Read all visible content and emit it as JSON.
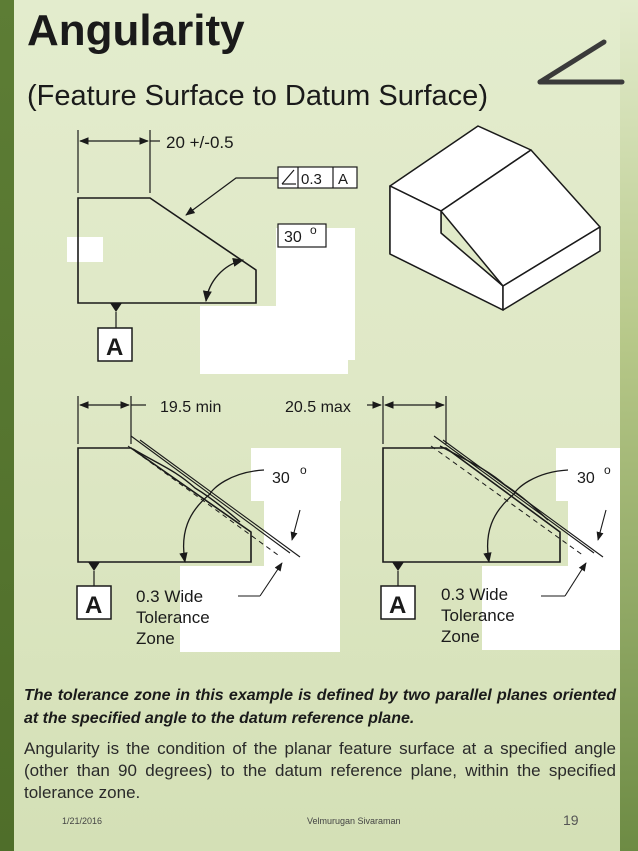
{
  "title": "Angularity",
  "subtitle": "(Feature Surface to Datum Surface)",
  "top_figure": {
    "dimension": "20 +/-0.5",
    "fcf_value": "0.3",
    "fcf_datum": "A",
    "angle": "30",
    "degree_symbol": "o",
    "datum_label": "A"
  },
  "bottom_left": {
    "dimension": "19.5 min",
    "angle": "30",
    "degree_symbol": "o",
    "datum_label": "A",
    "zone_line1": "0.3 Wide",
    "zone_line2": "Tolerance",
    "zone_line3": "Zone"
  },
  "bottom_right": {
    "dimension": "20.5 max",
    "angle": "30",
    "degree_symbol": "o",
    "datum_label": "A",
    "zone_line1": "0.3 Wide",
    "zone_line2": "Tolerance",
    "zone_line3": "Zone"
  },
  "caption_bold": "The tolerance zone in this example is defined by two parallel planes oriented at the specified angle to the datum reference plane.",
  "caption_body": "Angularity is the condition of the planar feature surface at a specified angle (other than 90 degrees) to the datum reference plane, within the specified tolerance zone.",
  "footer": {
    "date": "1/21/2016",
    "author": "Velmurugan Sivaraman",
    "page": "19"
  }
}
